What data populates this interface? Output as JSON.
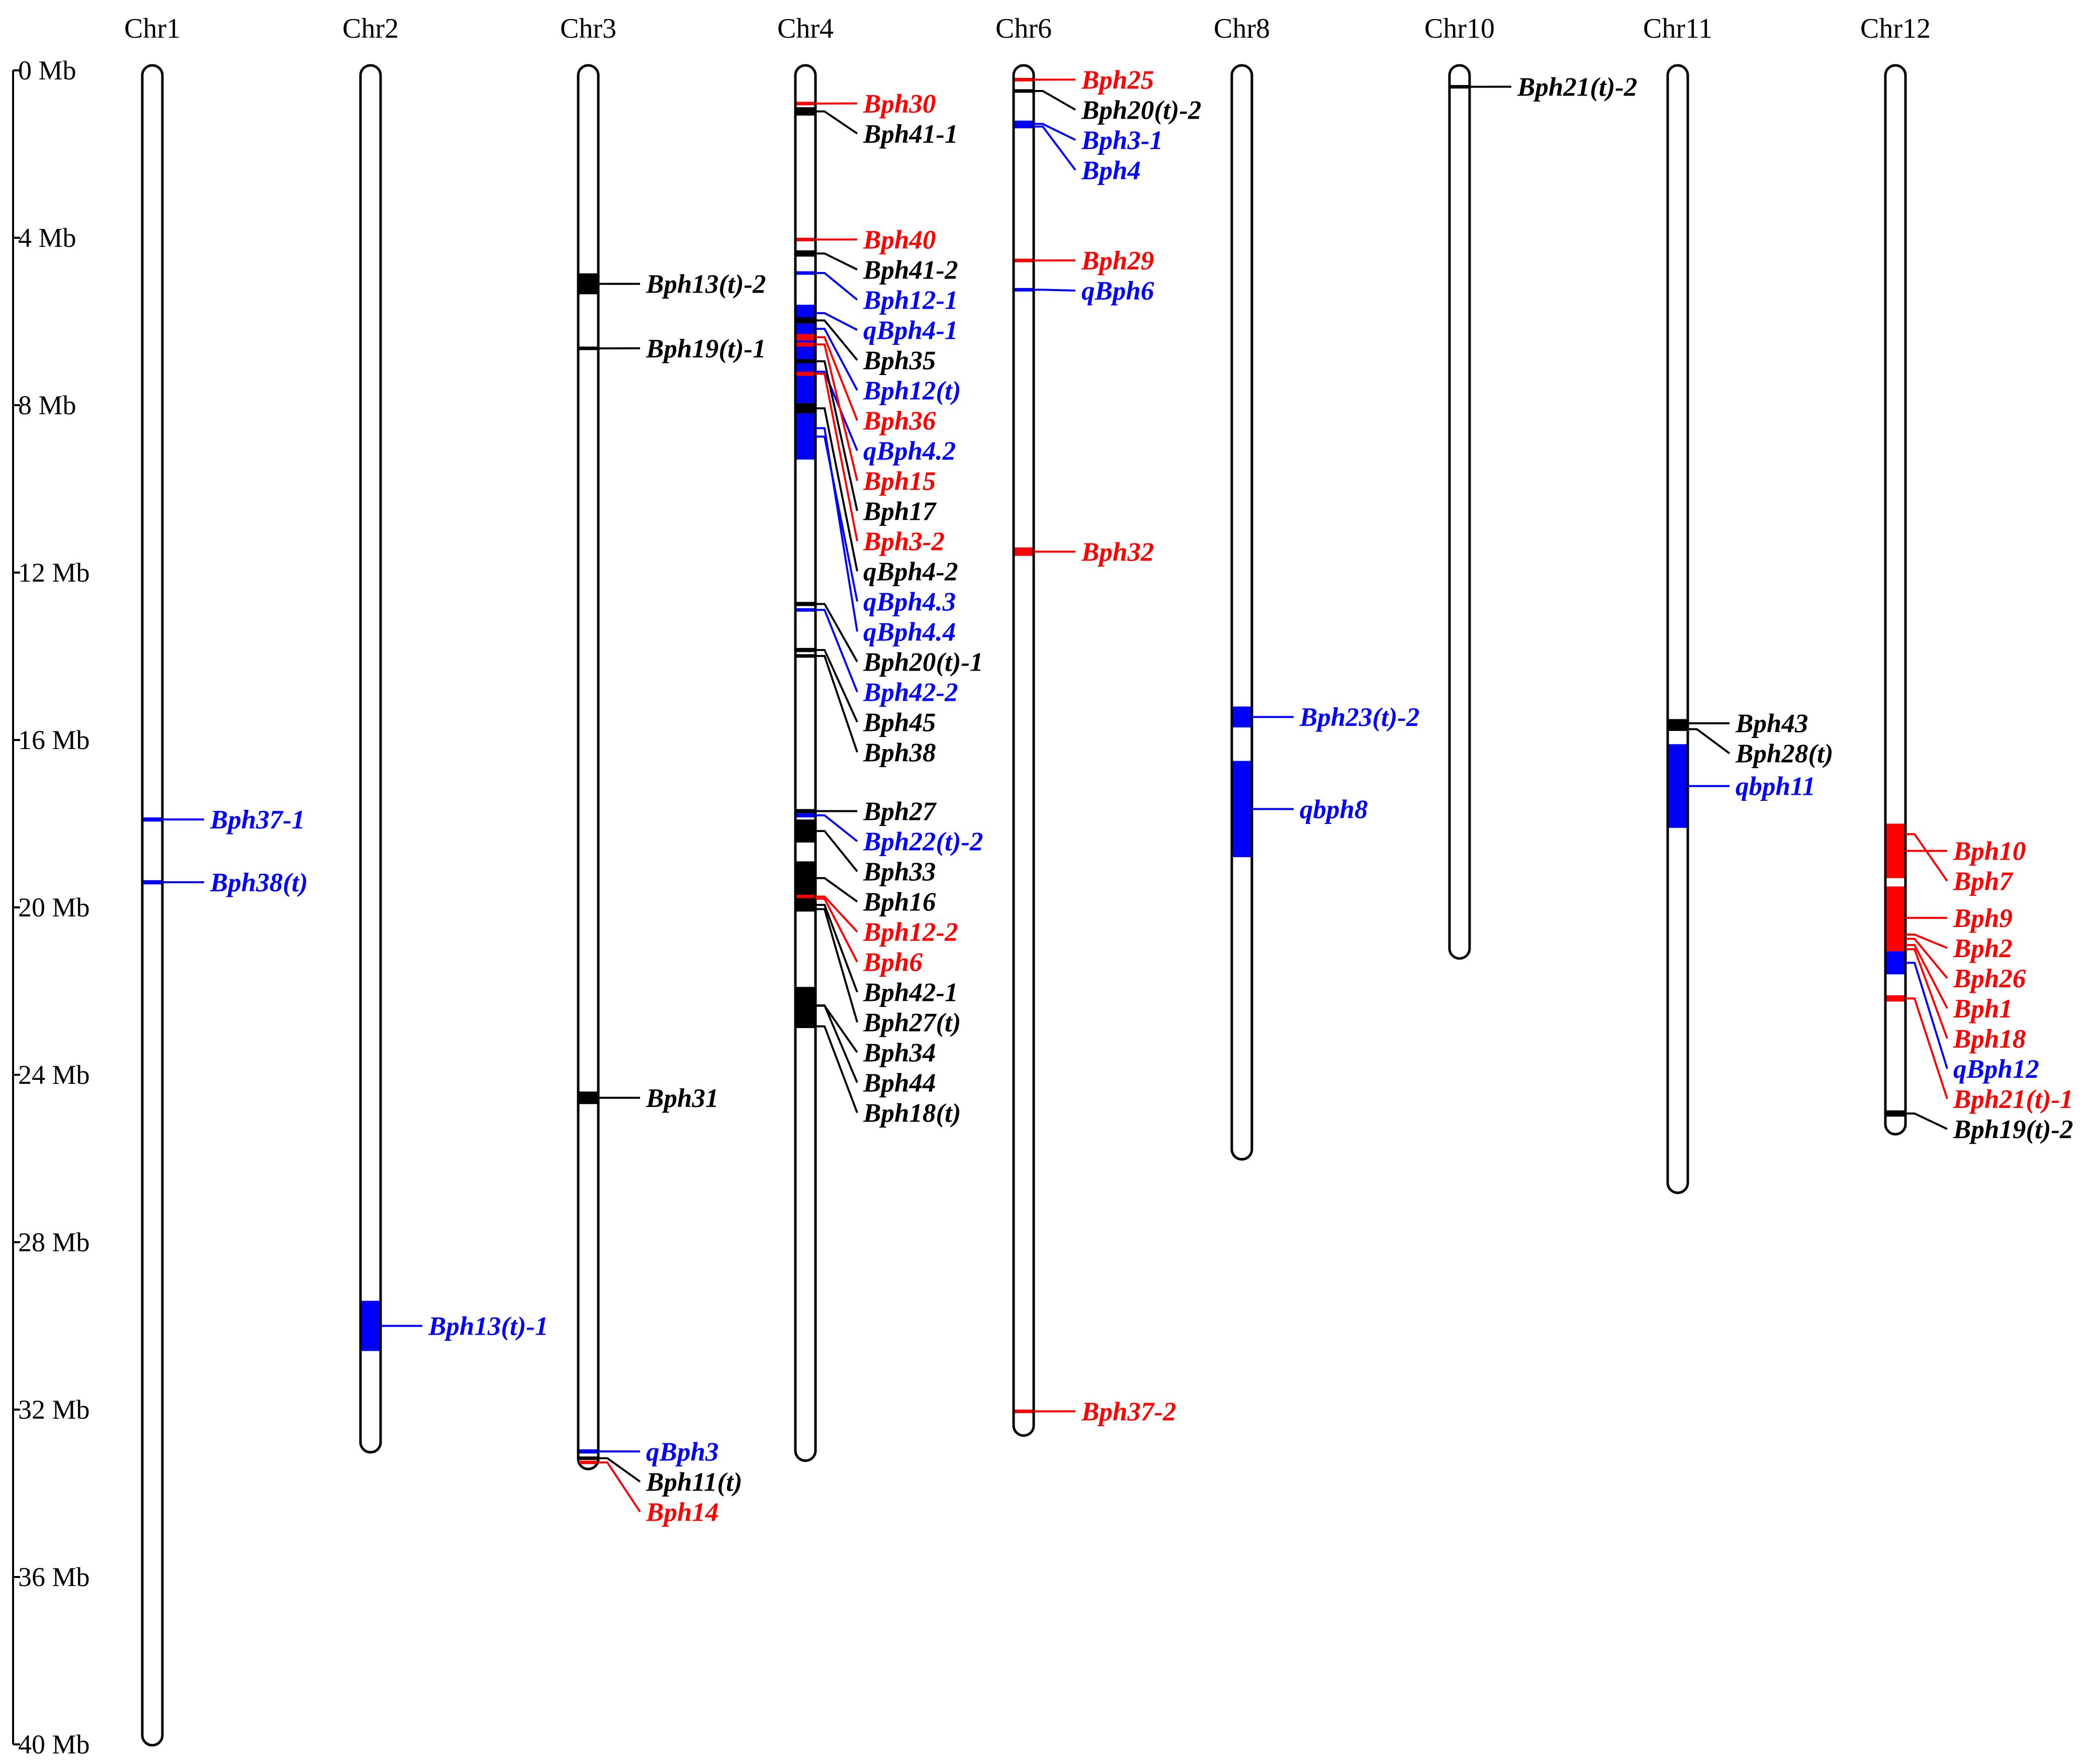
{
  "colors": {
    "red": "#ff0000",
    "black": "#000000",
    "blue": "#0000ff"
  },
  "scale": {
    "unit": "Mb",
    "max": 40,
    "ticks": [
      {
        "value": 0,
        "label": "0 Mb"
      },
      {
        "value": 4,
        "label": "4 Mb"
      },
      {
        "value": 8,
        "label": "8 Mb"
      },
      {
        "value": 12,
        "label": "12 Mb"
      },
      {
        "value": 16,
        "label": "16 Mb"
      },
      {
        "value": 20,
        "label": "20 Mb"
      },
      {
        "value": 24,
        "label": "24 Mb"
      },
      {
        "value": 28,
        "label": "28 Mb"
      },
      {
        "value": 32,
        "label": "32 Mb"
      },
      {
        "value": 36,
        "label": "36 Mb"
      },
      {
        "value": 40,
        "label": "40 Mb"
      }
    ]
  },
  "chromosomes": [
    {
      "name": "Chr1",
      "length": 39.9,
      "loci": [
        {
          "name": "Bph37-1",
          "color": "blue",
          "start": 17.85,
          "end": 17.95
        },
        {
          "name": "Bph38(t)",
          "color": "blue",
          "start": 19.35,
          "end": 19.45
        }
      ]
    },
    {
      "name": "Chr2",
      "length": 32.9,
      "loci": [
        {
          "name": "Bph13(t)-1",
          "color": "blue",
          "start": 29.4,
          "end": 30.6
        }
      ]
    },
    {
      "name": "Chr3",
      "length": 33.3,
      "loci": [
        {
          "name": "Bph13(t)-2",
          "color": "black",
          "start": 4.85,
          "end": 5.35
        },
        {
          "name": "Bph19(t)-1",
          "color": "black",
          "start": 6.6,
          "end": 6.68
        },
        {
          "name": "Bph31",
          "color": "black",
          "start": 24.4,
          "end": 24.7
        },
        {
          "name": "qBph3",
          "color": "blue",
          "start": 32.95,
          "end": 33.05
        },
        {
          "name": "Bph11(t)",
          "color": "black",
          "start": 33.12,
          "end": 33.18
        },
        {
          "name": "Bph14",
          "color": "red",
          "start": 33.22,
          "end": 33.28
        }
      ]
    },
    {
      "name": "Chr4",
      "length": 33.1,
      "loci": [
        {
          "name": "Bph30",
          "color": "red",
          "start": 0.75,
          "end": 0.83
        },
        {
          "name": "Bph41-1",
          "color": "black",
          "start": 0.88,
          "end": 1.08
        },
        {
          "name": "Bph40",
          "color": "red",
          "start": 4.0,
          "end": 4.08
        },
        {
          "name": "Bph41-2",
          "color": "black",
          "start": 4.3,
          "end": 4.45
        },
        {
          "name": "Bph12-1",
          "color": "blue",
          "start": 4.8,
          "end": 4.86
        },
        {
          "name": "qBph4-1",
          "color": "blue",
          "start": 5.6,
          "end": 6.0
        },
        {
          "name": "Bph35",
          "color": "black",
          "start": 5.9,
          "end": 6.05
        },
        {
          "name": "Bph12(t)",
          "color": "blue",
          "start": 6.05,
          "end": 6.3
        },
        {
          "name": "Bph36",
          "color": "red",
          "start": 6.3,
          "end": 6.45
        },
        {
          "name": "qBph4.2",
          "color": "blue",
          "start": 6.45,
          "end": 7.95
        },
        {
          "name": "qBph4-2",
          "color": "black",
          "start": 7.95,
          "end": 8.2
        },
        {
          "name": "qBph4.3",
          "color": "blue",
          "start": 8.2,
          "end": 9.3
        },
        {
          "name": "Bph15",
          "color": "red",
          "start": 6.5,
          "end": 6.6
        },
        {
          "name": "Bph17",
          "color": "black",
          "start": 6.9,
          "end": 7.0
        },
        {
          "name": "Bph3-2",
          "color": "red",
          "start": 7.2,
          "end": 7.3
        },
        {
          "name": "qBph4.4",
          "color": "blue",
          "start": 8.5,
          "end": 8.6
        },
        {
          "name": "Bph20(t)-1",
          "color": "black",
          "start": 12.7,
          "end": 12.8
        },
        {
          "name": "Bph42-2",
          "color": "blue",
          "start": 12.85,
          "end": 12.9
        },
        {
          "name": "Bph45",
          "color": "black",
          "start": 13.8,
          "end": 13.9
        },
        {
          "name": "Bph38",
          "color": "black",
          "start": 13.95,
          "end": 14.0
        },
        {
          "name": "Bph27",
          "color": "black",
          "start": 17.65,
          "end": 17.75
        },
        {
          "name": "Bph22(t)-2",
          "color": "blue",
          "start": 17.75,
          "end": 17.85
        },
        {
          "name": "Bph33",
          "color": "black",
          "start": 17.9,
          "end": 18.45
        },
        {
          "name": "Bph16",
          "color": "black",
          "start": 18.9,
          "end": 19.7
        },
        {
          "name": "Bph12-2",
          "color": "red",
          "start": 19.7,
          "end": 19.78
        },
        {
          "name": "Bph42-1",
          "color": "black",
          "start": 19.78,
          "end": 20.1
        },
        {
          "name": "Bph27(t)",
          "color": "black",
          "start": 20.0,
          "end": 20.05
        },
        {
          "name": "Bph34",
          "color": "black",
          "start": 21.9,
          "end": 22.8
        },
        {
          "name": "Bph44",
          "color": "black",
          "start": 22.3,
          "end": 22.35
        },
        {
          "name": "Bph6",
          "color": "red",
          "start": 19.75,
          "end": 19.8
        },
        {
          "name": "Bph18(t)",
          "color": "black",
          "start": 22.8,
          "end": 22.85
        }
      ]
    },
    {
      "name": "Chr6",
      "length": 32.5,
      "loci": [
        {
          "name": "Bph25",
          "color": "red",
          "start": 0.18,
          "end": 0.26
        },
        {
          "name": "Bph20(t)-2",
          "color": "black",
          "start": 0.45,
          "end": 0.53
        },
        {
          "name": "Bph3-1",
          "color": "blue",
          "start": 1.2,
          "end": 1.36
        },
        {
          "name": "Bph4",
          "color": "blue",
          "start": 1.3,
          "end": 1.36
        },
        {
          "name": "Bph29",
          "color": "red",
          "start": 4.5,
          "end": 4.58
        },
        {
          "name": "qBph6",
          "color": "blue",
          "start": 5.2,
          "end": 5.28
        },
        {
          "name": "Bph32",
          "color": "red",
          "start": 11.4,
          "end": 11.6
        },
        {
          "name": "Bph37-2",
          "color": "red",
          "start": 32.0,
          "end": 32.08
        }
      ]
    },
    {
      "name": "Chr8",
      "length": 25.9,
      "loci": [
        {
          "name": "Bph23(t)-2",
          "color": "blue",
          "start": 15.2,
          "end": 15.7
        },
        {
          "name": "qbph8",
          "color": "blue",
          "start": 16.5,
          "end": 18.8
        }
      ]
    },
    {
      "name": "Chr10",
      "length": 21.1,
      "loci": [
        {
          "name": "Bph21(t)-2",
          "color": "black",
          "start": 0.35,
          "end": 0.43
        }
      ]
    },
    {
      "name": "Chr11",
      "length": 26.7,
      "loci": [
        {
          "name": "Bph43",
          "color": "black",
          "start": 15.5,
          "end": 15.7
        },
        {
          "name": "Bph28(t)",
          "color": "black",
          "start": 15.7,
          "end": 15.78
        },
        {
          "name": "qbph11",
          "color": "blue",
          "start": 16.1,
          "end": 18.1
        }
      ]
    },
    {
      "name": "Chr12",
      "length": 25.3,
      "loci": [
        {
          "name": "Bph10",
          "color": "red",
          "start": 18.0,
          "end": 19.3
        },
        {
          "name": "Bph7",
          "color": "red",
          "start": 18.2,
          "end": 18.3
        },
        {
          "name": "Bph9",
          "color": "red",
          "start": 19.5,
          "end": 21.0
        },
        {
          "name": "Bph2",
          "color": "red",
          "start": 20.6,
          "end": 20.7
        },
        {
          "name": "Bph1",
          "color": "red",
          "start": 20.85,
          "end": 20.95
        },
        {
          "name": "Bph26",
          "color": "red",
          "start": 20.7,
          "end": 20.8
        },
        {
          "name": "Bph18",
          "color": "red",
          "start": 20.95,
          "end": 21.05
        },
        {
          "name": "qBph12",
          "color": "blue",
          "start": 21.05,
          "end": 21.6
        },
        {
          "name": "Bph21(t)-1",
          "color": "red",
          "start": 22.1,
          "end": 22.25
        },
        {
          "name": "Bph19(t)-2",
          "color": "black",
          "start": 24.85,
          "end": 25.0
        }
      ]
    }
  ]
}
